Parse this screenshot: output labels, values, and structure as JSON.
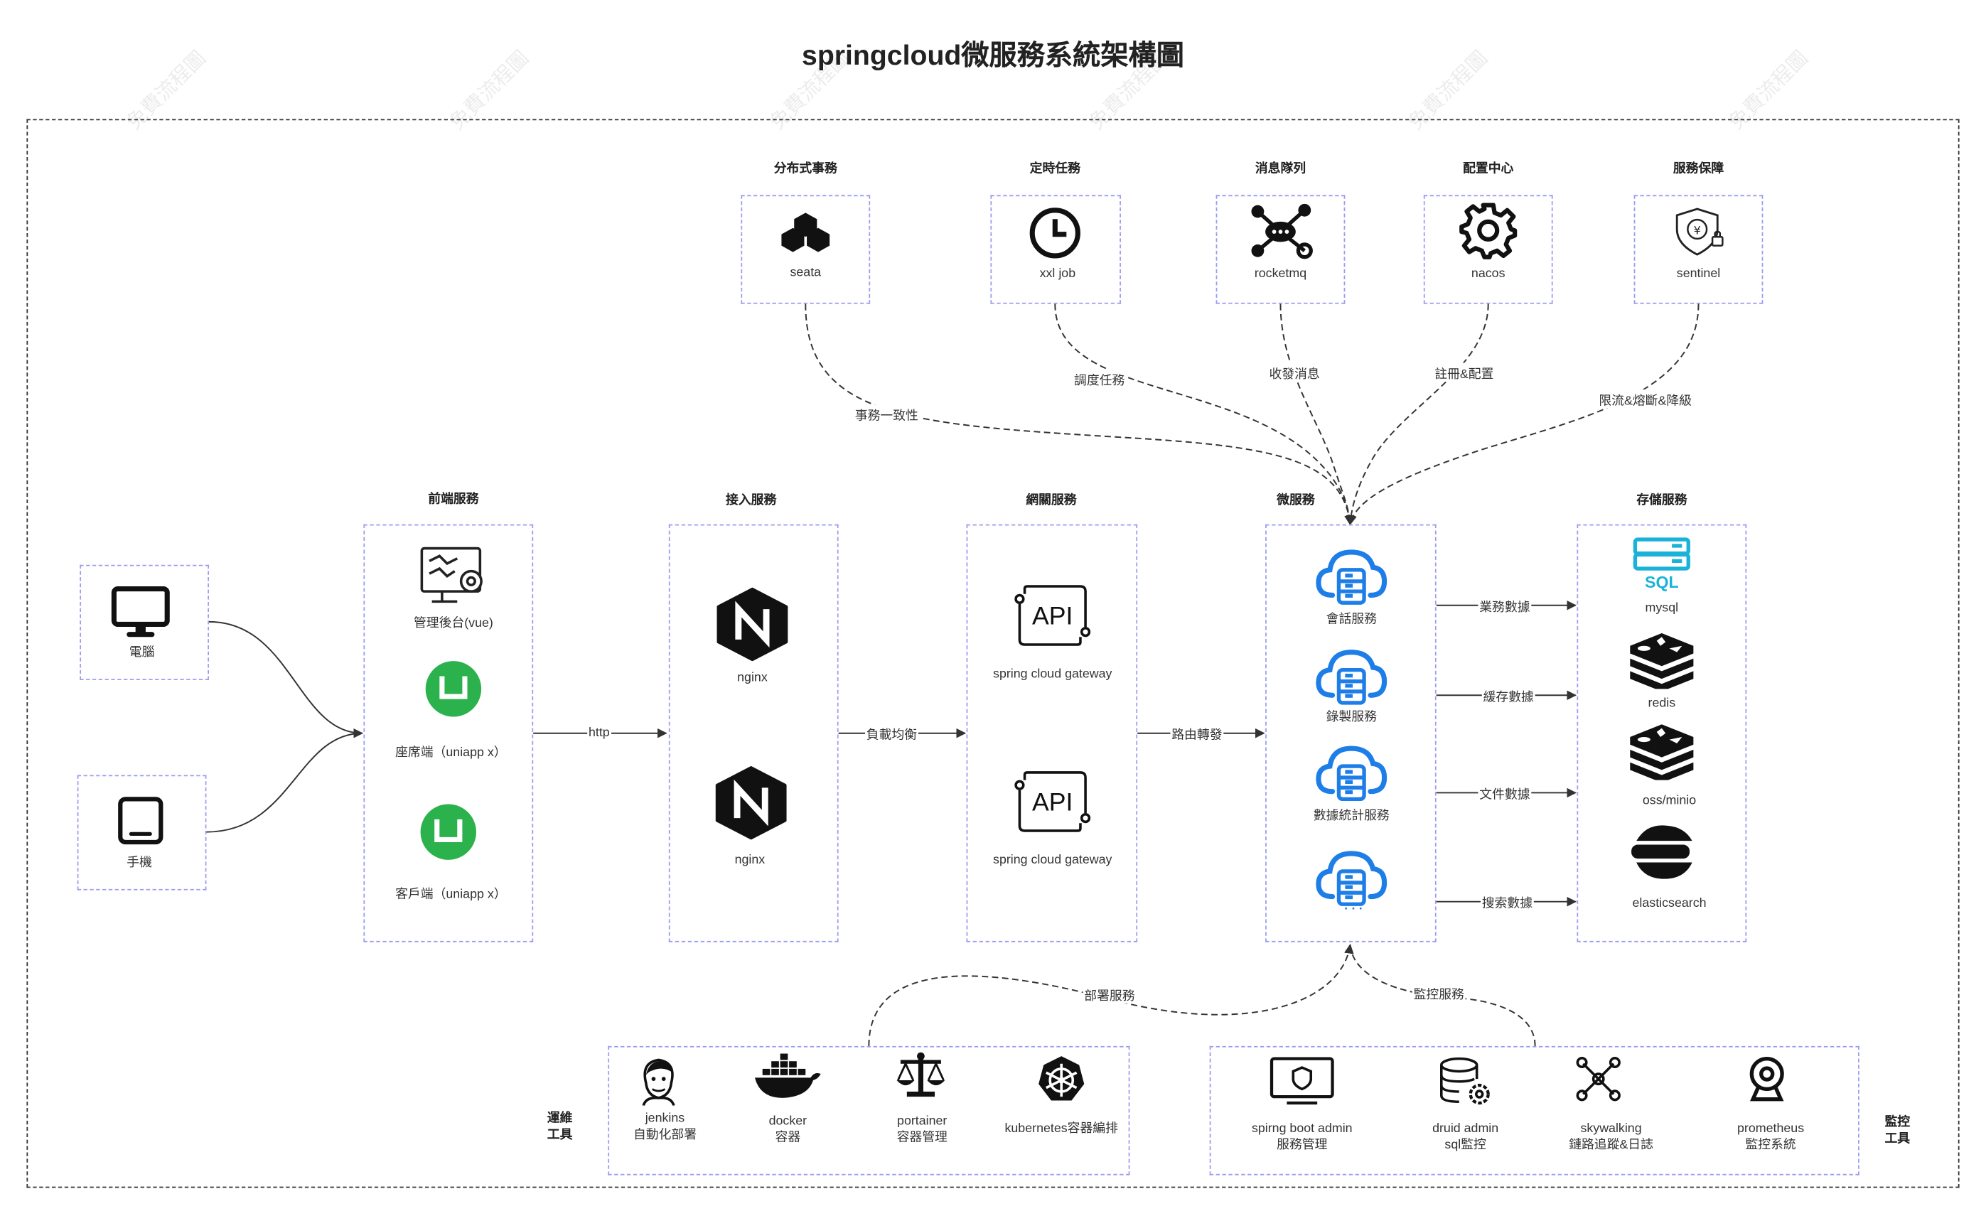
{
  "title": "springcloud微服務系統架構圖",
  "watermark": "免費流程圖",
  "clients": {
    "pc": "電腦",
    "phone": "手機"
  },
  "sections": {
    "frontend": "前端服務",
    "access": "接入服務",
    "gateway": "網關服務",
    "micro": "微服務",
    "storage": "存儲服務",
    "seata": "分布式事務",
    "job": "定時任務",
    "mq": "消息隊列",
    "config": "配置中心",
    "protect": "服務保障"
  },
  "frontend_items": [
    "管理後台(vue)",
    "座席端（uniapp x）",
    "客戶端（uniapp x）"
  ],
  "access_items": [
    "nginx",
    "nginx"
  ],
  "gateway_items": [
    "spring cloud gateway",
    "spring cloud gateway"
  ],
  "micro_items": [
    "會話服務",
    "錄製服務",
    "數據統計服務",
    "..."
  ],
  "storage_items": [
    "mysql",
    "redis",
    "oss/minio",
    "elasticsearch"
  ],
  "top_items": [
    "seata",
    "xxl job",
    "rocketmq",
    "nacos",
    "sentinel"
  ],
  "edge_labels": {
    "http": "http",
    "lb": "負載均衡",
    "route": "路由轉發",
    "tx": "事務一致性",
    "sched": "調度任務",
    "msg": "收發消息",
    "reg": "註冊&配置",
    "limit": "限流&熔斷&降級",
    "biz": "業務數據",
    "cache": "緩存數據",
    "file": "文件數據",
    "search": "搜索數據",
    "deploy": "部署服務",
    "monitor": "監控服務"
  },
  "ops": {
    "label": [
      "運維",
      "工具"
    ],
    "items": [
      {
        "name": "jenkins",
        "desc": "自動化部署"
      },
      {
        "name": "docker",
        "desc": "容器"
      },
      {
        "name": "portainer",
        "desc": "容器管理"
      },
      {
        "name": "kubernetes容器編排",
        "desc": ""
      }
    ]
  },
  "mon": {
    "label": [
      "監控",
      "工具"
    ],
    "items": [
      {
        "name": "spirng boot admin",
        "desc": "服務管理"
      },
      {
        "name": "druid admin",
        "desc": "sql監控"
      },
      {
        "name": "skywalking",
        "desc": "鏈路追蹤&日誌"
      },
      {
        "name": "prometheus",
        "desc": "監控系統"
      }
    ]
  },
  "colors": {
    "accent_blue": "#1e7ee8",
    "uni_green": "#2bb24c",
    "sql_cyan": "#1ab2d8",
    "box_border": "#9c9cf0"
  },
  "icons": [
    "monitor-icon",
    "tablet-icon",
    "admin-dashboard-icon",
    "uniapp-icon",
    "nginx-icon",
    "api-icon",
    "cloud-server-icon",
    "sql-icon",
    "redis-icon",
    "elasticsearch-icon",
    "cubes-icon",
    "clock-icon",
    "network-hub-icon",
    "gear-icon",
    "shield-lock-icon",
    "jenkins-icon",
    "docker-icon",
    "scales-icon",
    "helm-icon",
    "monitor-shield-icon",
    "database-gear-icon",
    "graph-nodes-icon",
    "webcam-icon"
  ]
}
